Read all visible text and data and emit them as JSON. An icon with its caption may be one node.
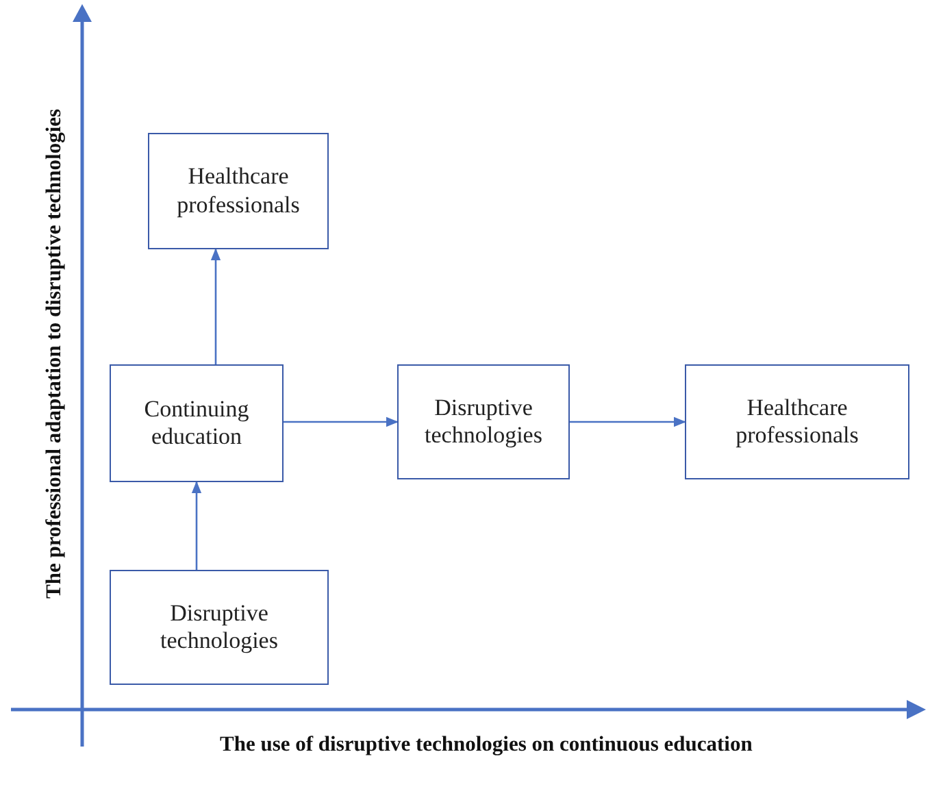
{
  "diagram": {
    "nodes": [
      {
        "text": [
          "Healthcare professionals"
        ]
      },
      {
        "text": [
          "Continuing education"
        ]
      },
      {
        "text": [
          "Disruptive technologies"
        ]
      },
      {
        "text": [
          "Healthcare professionals"
        ]
      },
      {
        "text": [
          "Disruptive technologies"
        ]
      }
    ],
    "edges": [
      {
        "from": 4,
        "to": 1,
        "arrow": "to"
      },
      {
        "from": 1,
        "to": 0,
        "arrow": "to"
      },
      {
        "from": 1,
        "to": 2,
        "arrow": "to"
      },
      {
        "from": 2,
        "to": 3,
        "arrow": "to"
      }
    ],
    "labels": [
      "The professional adaptation to disruptive technologies",
      "The use of disruptive technologies on continuous education"
    ]
  }
}
